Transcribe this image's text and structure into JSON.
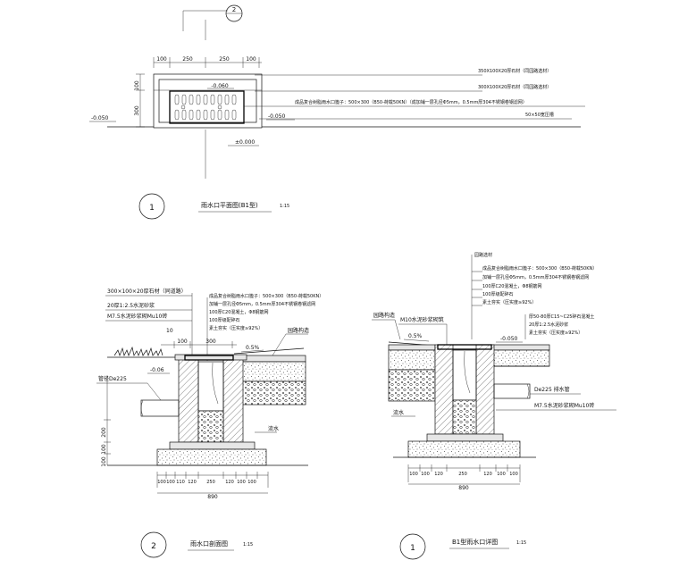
{
  "plan": {
    "ref_number": "2",
    "dims_top": [
      "100",
      "250",
      "250",
      "100"
    ],
    "dims_left": [
      "100",
      "300"
    ],
    "elev_inner": "-0.060",
    "elev_left": "-0.050",
    "elev_right": "-0.050",
    "elev_zero": "±0.000",
    "labels": [
      "350X100X20厚石材（同园路选材）",
      "300X100X20厚石材（同园路选材）",
      "成品复合树脂雨水口篦子：500×300（B50-荷载50KN）（成加铺一层孔径Φ5mm，0.5mm厚304不锈钢卷钢滤网）",
      "50×50宽压槽"
    ],
    "title": "雨水口平面图(B1型)",
    "scale": "1:15",
    "number": "1"
  },
  "section2": {
    "labels_left": [
      "300×100×20厚石材（同道路）",
      "20厚1:2.5水泥砂浆",
      "M7.5水泥砂浆砌Mu10砖"
    ],
    "labels_right": [
      "成品复合树脂雨水口篦子：500×300（B50-荷载50KN）",
      "加铺一层孔径Φ5mm，0.5mm厚304不锈钢卷钢滤网",
      "100厚C20混凝土，Φ8钢筋网",
      "100厚级配碎石",
      "素土夯实（压实度≥92%）"
    ],
    "dims_top": [
      "100",
      "300"
    ],
    "top_small": "10",
    "slope": "0.5%",
    "pipe_label": "管径De225",
    "elev": "-0.06",
    "road_label": "园路构造",
    "flow_label": "流水",
    "dims_left": [
      "200",
      "100",
      "100"
    ],
    "dims_bottom": [
      "100",
      "100",
      "110",
      "120",
      "250",
      "120",
      "100",
      "100"
    ],
    "total": "890",
    "title": "雨水口剖面图",
    "scale": "1:15",
    "number": "2"
  },
  "section1": {
    "labels_top": [
      "园路选材",
      "成品复合树脂雨水口篦子：500×300（B50-荷载50KN）",
      "加铺一层孔径Φ5mm，0.5mm厚304不锈钢卷钢滤网",
      "100厚C20混凝土，Φ8钢筋网",
      "100厚级配碎石",
      "素土夯实（压实度≥92%）"
    ],
    "labels_right": [
      "厚50-80厚C15~C25碎石混凝土",
      "20厚1:2.5水泥砂浆",
      "素土夯实（压实度≥92%）"
    ],
    "road_label": "园路构造",
    "m10_label": "M10水泥砂浆砌筑",
    "slope": "0.5%",
    "elev": "-0.050",
    "pipe_label": "De225 排水管",
    "mortar_label": "M7.5水泥砂浆砌Mu10砖",
    "flow_label": "流水",
    "dims_bottom": [
      "100",
      "100",
      "120",
      "250",
      "120",
      "100",
      "100"
    ],
    "total": "890",
    "title": "B1型雨水口详图",
    "scale": "1:15",
    "number": "1"
  }
}
